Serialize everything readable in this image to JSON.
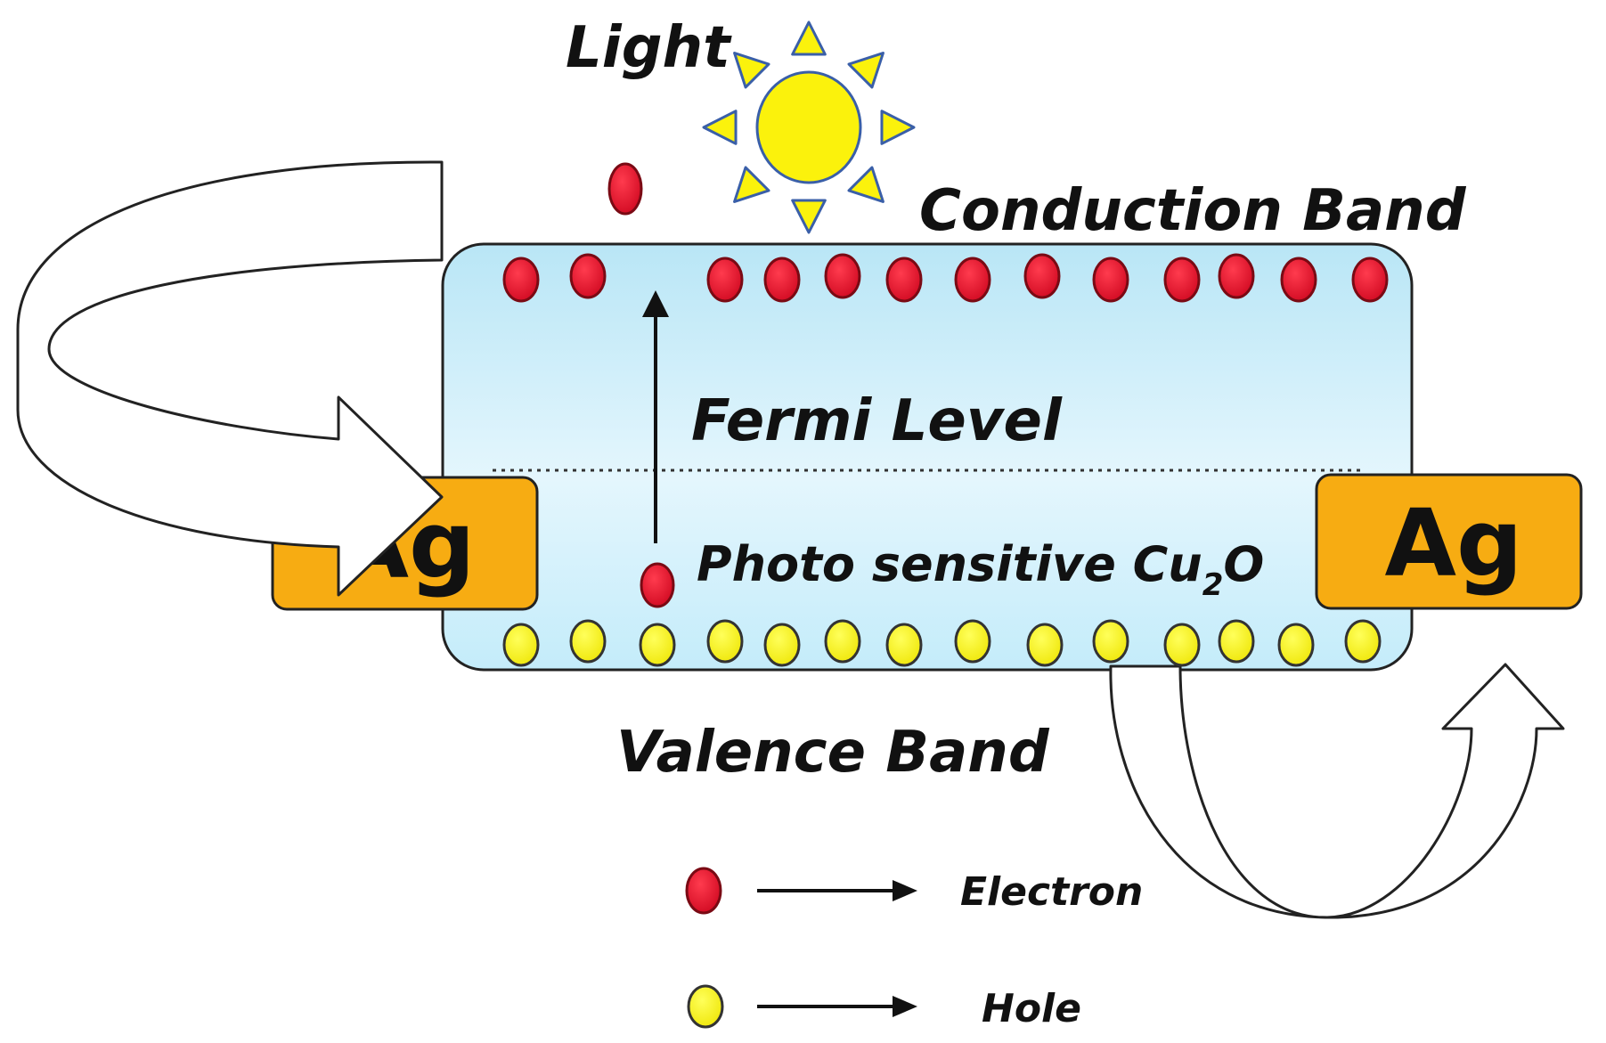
{
  "labels": {
    "light": "Light",
    "conduction_band": "Conduction Band",
    "fermi_level": "Fermi Level",
    "material_prefix": "Photo sensitive Cu",
    "material_subscript": "2",
    "material_suffix": "O",
    "valence_band": "Valence Band",
    "electrode_left": "Ag",
    "electrode_right": "Ag"
  },
  "legend": {
    "electron": "Electron",
    "hole": "Hole"
  },
  "colors": {
    "electron_fill": "#e8112d",
    "hole_fill": "#f5f20a",
    "band_top": "#b9e6f6",
    "band_bottom": "#e4f6fd",
    "electrode_fill": "#f7ac12",
    "sun_fill": "#fbf20c",
    "sun_stroke": "#3a5fa8"
  },
  "counts": {
    "conduction_electrons": 13,
    "valence_holes": 14
  }
}
